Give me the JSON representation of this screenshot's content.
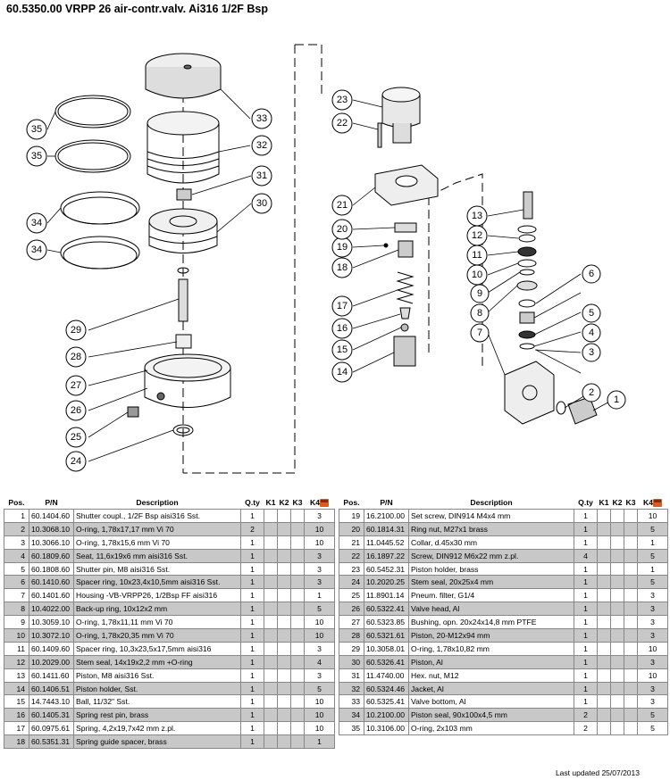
{
  "title": "60.5350.00 VRPP 26 air-contr.valv. Ai316 1/2F Bsp",
  "table_headers": {
    "pos": "Pos.",
    "pn": "P/N",
    "description": "Description",
    "qty": "Q.ty",
    "k1": "K1",
    "k2": "K2",
    "k3": "K3",
    "k4": "K4",
    "kit_icon": "kit-box-icon"
  },
  "left_rows": [
    {
      "pos": "1",
      "pn": "60.1404.60",
      "desc": "Shutter coupl., 1/2F Bsp aisi316 Sst.",
      "qty": "1",
      "k4": "3"
    },
    {
      "pos": "2",
      "pn": "10.3068.10",
      "desc": "O-ring, 1,78x17,17 mm Vi 70",
      "qty": "2",
      "k4": "10"
    },
    {
      "pos": "3",
      "pn": "10.3066.10",
      "desc": "O-ring, 1,78x15,6 mm Vi 70",
      "qty": "1",
      "k4": "10"
    },
    {
      "pos": "4",
      "pn": "60.1809.60",
      "desc": "Seat, 11,6x19x6 mm aisi316 Sst.",
      "qty": "1",
      "k4": "3"
    },
    {
      "pos": "5",
      "pn": "60.1808.60",
      "desc": "Shutter pin, M8 aisi316 Sst.",
      "qty": "1",
      "k4": "3"
    },
    {
      "pos": "6",
      "pn": "60.1410.60",
      "desc": "Spacer ring, 10x23,4x10,5mm aisi316 Sst.",
      "qty": "1",
      "k4": "3"
    },
    {
      "pos": "7",
      "pn": "60.1401.60",
      "desc": "Housing -VB-VRPP26, 1/2Bsp FF aisi316",
      "qty": "1",
      "k4": "1"
    },
    {
      "pos": "8",
      "pn": "10.4022.00",
      "desc": "Back-up ring, 10x12x2 mm",
      "qty": "1",
      "k4": "5"
    },
    {
      "pos": "9",
      "pn": "10.3059.10",
      "desc": "O-ring, 1,78x11,11 mm Vi 70",
      "qty": "1",
      "k4": "10"
    },
    {
      "pos": "10",
      "pn": "10.3072.10",
      "desc": "O-ring, 1,78x20,35 mm Vi 70",
      "qty": "1",
      "k4": "10"
    },
    {
      "pos": "11",
      "pn": "60.1409.60",
      "desc": "Spacer ring, 10,3x23,5x17,5mm aisi316",
      "qty": "1",
      "k4": "3"
    },
    {
      "pos": "12",
      "pn": "10.2029.00",
      "desc": "Stem seal, 14x19x2,2 mm +O-ring",
      "qty": "1",
      "k4": "4"
    },
    {
      "pos": "13",
      "pn": "60.1411.60",
      "desc": "Piston, M8 aisi316 Sst.",
      "qty": "1",
      "k4": "3"
    },
    {
      "pos": "14",
      "pn": "60.1406.51",
      "desc": "Piston holder, Sst.",
      "qty": "1",
      "k4": "5"
    },
    {
      "pos": "15",
      "pn": "14.7443.10",
      "desc": "Ball, 11/32\" Sst.",
      "qty": "1",
      "k4": "10"
    },
    {
      "pos": "16",
      "pn": "60.1405.31",
      "desc": "Spring rest pin, brass",
      "qty": "1",
      "k4": "10"
    },
    {
      "pos": "17",
      "pn": "60.0975.61",
      "desc": "Spring, 4,2x19,7x42 mm z.pl.",
      "qty": "1",
      "k4": "10"
    },
    {
      "pos": "18",
      "pn": "60.5351.31",
      "desc": "Spring guide spacer, brass",
      "qty": "1",
      "k4": "1"
    }
  ],
  "right_rows": [
    {
      "pos": "19",
      "pn": "16.2100.00",
      "desc": "Set screw, DIN914 M4x4 mm",
      "qty": "1",
      "k4": "10"
    },
    {
      "pos": "20",
      "pn": "60.1814.31",
      "desc": "Ring nut, M27x1 brass",
      "qty": "1",
      "k4": "5"
    },
    {
      "pos": "21",
      "pn": "11.0445.52",
      "desc": "Collar, d.45x30 mm",
      "qty": "1",
      "k4": "1"
    },
    {
      "pos": "22",
      "pn": "16.1897.22",
      "desc": "Screw, DIN912 M6x22 mm z.pl.",
      "qty": "4",
      "k4": "5"
    },
    {
      "pos": "23",
      "pn": "60.5452.31",
      "desc": "Piston holder, brass",
      "qty": "1",
      "k4": "1"
    },
    {
      "pos": "24",
      "pn": "10.2020.25",
      "desc": "Stem seal, 20x25x4 mm",
      "qty": "1",
      "k4": "5"
    },
    {
      "pos": "25",
      "pn": "11.8901.14",
      "desc": "Pneum. filter, G1/4",
      "qty": "1",
      "k4": "3"
    },
    {
      "pos": "26",
      "pn": "60.5322.41",
      "desc": "Valve head, Al",
      "qty": "1",
      "k4": "3"
    },
    {
      "pos": "27",
      "pn": "60.5323.85",
      "desc": "Bushing, opn. 20x24x14,8 mm PTFE",
      "qty": "1",
      "k4": "3"
    },
    {
      "pos": "28",
      "pn": "60.5321.61",
      "desc": "Piston, 20-M12x94 mm",
      "qty": "1",
      "k4": "3"
    },
    {
      "pos": "29",
      "pn": "10.3058.01",
      "desc": "O-ring, 1,78x10,82 mm",
      "qty": "1",
      "k4": "10"
    },
    {
      "pos": "30",
      "pn": "60.5326.41",
      "desc": "Piston, Al",
      "qty": "1",
      "k4": "3"
    },
    {
      "pos": "31",
      "pn": "11.4740.00",
      "desc": "Hex. nut, M12",
      "qty": "1",
      "k4": "10"
    },
    {
      "pos": "32",
      "pn": "60.5324.46",
      "desc": "Jacket, Al",
      "qty": "1",
      "k4": "3"
    },
    {
      "pos": "33",
      "pn": "60.5325.41",
      "desc": "Valve bottom, Al",
      "qty": "1",
      "k4": "3"
    },
    {
      "pos": "34",
      "pn": "10.2100.00",
      "desc": "Piston seal, 90x100x4,5 mm",
      "qty": "2",
      "k4": "5"
    },
    {
      "pos": "35",
      "pn": "10.3106.00",
      "desc": "O-ring, 2x103 mm",
      "qty": "2",
      "k4": "5"
    }
  ],
  "callouts": [
    "1",
    "2",
    "3",
    "4",
    "5",
    "6",
    "7",
    "8",
    "9",
    "10",
    "11",
    "12",
    "13",
    "14",
    "15",
    "16",
    "17",
    "18",
    "19",
    "20",
    "21",
    "22",
    "23",
    "24",
    "25",
    "26",
    "27",
    "28",
    "29",
    "30",
    "31",
    "32",
    "33",
    "34",
    "35"
  ],
  "footer": "Last updated 25/07/2013"
}
